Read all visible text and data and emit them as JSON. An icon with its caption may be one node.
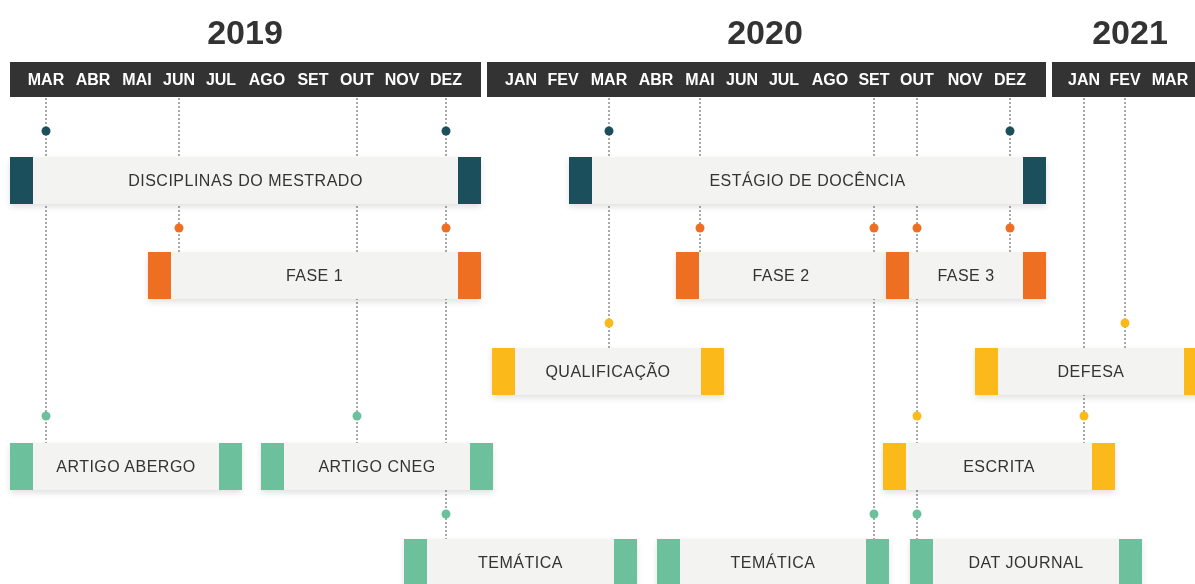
{
  "diagram": {
    "nodes": [
      {
        "text": [
          "DISCIPLINAS DO MESTRADO"
        ]
      },
      {
        "text": [
          "ESTÁGIO DE DOCÊNCIA"
        ]
      },
      {
        "text": [
          "FASE 1"
        ]
      },
      {
        "text": [
          "FASE 2"
        ]
      },
      {
        "text": [
          "FASE 3"
        ]
      },
      {
        "text": [
          "QUALIFICAÇÃO"
        ]
      },
      {
        "text": [
          "DEFESA"
        ]
      },
      {
        "text": [
          "ARTIGO ABERGO"
        ]
      },
      {
        "text": [
          "ARTIGO CNEG"
        ]
      },
      {
        "text": [
          "ESCRITA"
        ]
      },
      {
        "text": [
          "TEMÁTICA"
        ]
      },
      {
        "text": [
          "TEMÁTICA"
        ]
      },
      {
        "text": [
          "DAT JOURNAL"
        ]
      }
    ],
    "edges": [],
    "labels": [
      "2019",
      "2020",
      "2021",
      "MAR",
      "ABR",
      "MAI",
      "JUN",
      "JUL",
      "AGO",
      "SET",
      "OUT",
      "NOV",
      "DEZ",
      "JAN",
      "FEV",
      "MAR",
      "ABR",
      "MAI",
      "JUN",
      "JUL",
      "AGO",
      "SET",
      "OUT",
      "NOV",
      "DEZ",
      "JAN",
      "FEV",
      "MAR"
    ]
  }
}
